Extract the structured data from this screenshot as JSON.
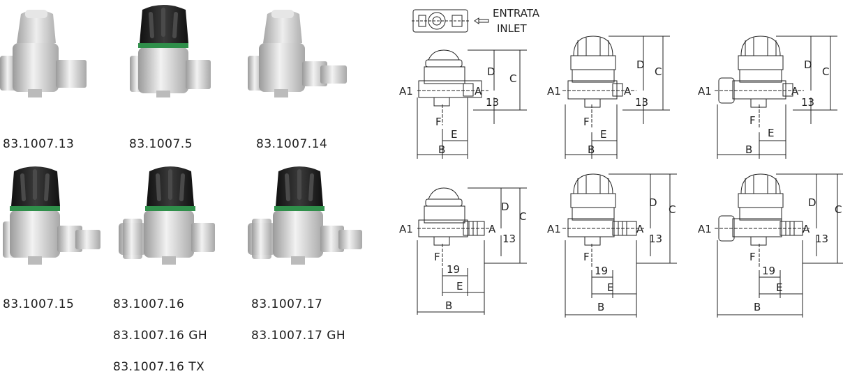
{
  "products": [
    {
      "codes": [
        "83.1007.13"
      ],
      "cap": "white",
      "green_ring": false,
      "male_outlet": false,
      "union_nut": false
    },
    {
      "codes": [
        "83.1007.5"
      ],
      "cap": "black",
      "green_ring": true,
      "male_outlet": false,
      "union_nut": false
    },
    {
      "codes": [
        "83.1007.14"
      ],
      "cap": "white",
      "green_ring": false,
      "male_outlet": true,
      "union_nut": false
    },
    {
      "codes": [
        "83.1007.15"
      ],
      "cap": "black",
      "green_ring": true,
      "male_outlet": true,
      "union_nut": false
    },
    {
      "codes": [
        "83.1007.16",
        "83.1007.16 GH",
        "83.1007.16 TX"
      ],
      "cap": "black",
      "green_ring": true,
      "male_outlet": false,
      "union_nut": true
    },
    {
      "codes": [
        "83.1007.17",
        "83.1007.17 GH"
      ],
      "cap": "black",
      "green_ring": true,
      "male_outlet": true,
      "union_nut": true
    }
  ],
  "inlet_legend": {
    "line1": "ENTRATA",
    "line2": "INLET"
  },
  "dimension_labels": {
    "a": "A",
    "a1": "A1",
    "b": "B",
    "c": "C",
    "d": "D",
    "e": "E",
    "f": "F",
    "h13": "13",
    "l19": "19"
  },
  "colors": {
    "cap_black": "#232323",
    "cap_white": "#d9d9d9",
    "ring_green": "#2f8f4a",
    "body_silver": "#cfcfcf",
    "line": "#222222"
  }
}
